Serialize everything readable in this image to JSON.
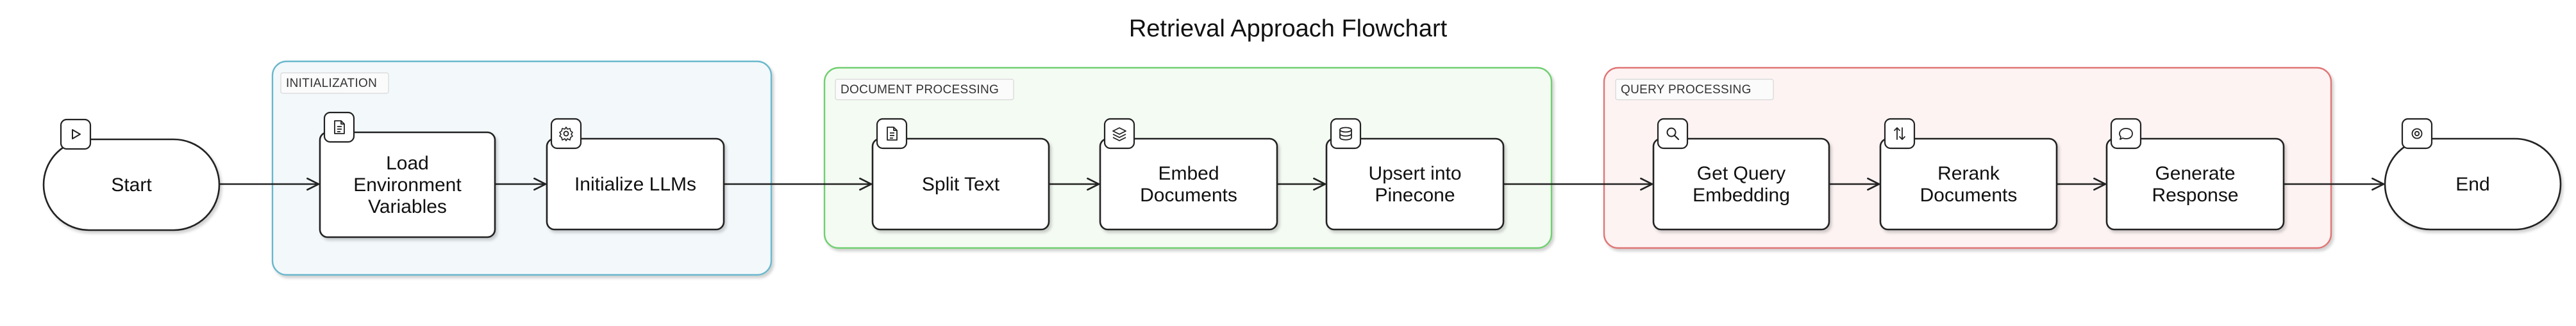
{
  "title": "Retrieval Approach Flowchart",
  "groups": [
    {
      "id": "init",
      "label": "INITIALIZATION",
      "color": "#6ab8cc",
      "fill": "#f3f8fb"
    },
    {
      "id": "doc",
      "label": "DOCUMENT PROCESSING",
      "color": "#6fcf6f",
      "fill": "#f4fbf3"
    },
    {
      "id": "query",
      "label": "QUERY PROCESSING",
      "color": "#e07474",
      "fill": "#fdf3f3"
    }
  ],
  "nodes": [
    {
      "id": "start",
      "shape": "terminal",
      "icon": "play-icon",
      "lines": [
        "Start"
      ]
    },
    {
      "id": "load-env",
      "shape": "process",
      "icon": "file-icon",
      "group": "init",
      "lines": [
        "Load",
        "Environment",
        "Variables"
      ]
    },
    {
      "id": "init-llms",
      "shape": "process",
      "icon": "gear-icon",
      "group": "init",
      "lines": [
        "Initialize LLMs"
      ]
    },
    {
      "id": "split-text",
      "shape": "process",
      "icon": "file-icon",
      "group": "doc",
      "lines": [
        "Split Text"
      ]
    },
    {
      "id": "embed-docs",
      "shape": "process",
      "icon": "layers-icon",
      "group": "doc",
      "lines": [
        "Embed",
        "Documents"
      ]
    },
    {
      "id": "upsert",
      "shape": "process",
      "icon": "database-icon",
      "group": "doc",
      "lines": [
        "Upsert into",
        "Pinecone"
      ]
    },
    {
      "id": "query-embed",
      "shape": "process",
      "icon": "search-icon",
      "group": "query",
      "lines": [
        "Get Query",
        "Embedding"
      ]
    },
    {
      "id": "rerank",
      "shape": "process",
      "icon": "sort-icon",
      "group": "query",
      "lines": [
        "Rerank",
        "Documents"
      ]
    },
    {
      "id": "generate",
      "shape": "process",
      "icon": "chat-icon",
      "group": "query",
      "lines": [
        "Generate",
        "Response"
      ]
    },
    {
      "id": "end",
      "shape": "terminal",
      "icon": "stop-icon",
      "lines": [
        "End"
      ]
    }
  ],
  "edges": [
    [
      "start",
      "load-env"
    ],
    [
      "load-env",
      "init-llms"
    ],
    [
      "init-llms",
      "split-text"
    ],
    [
      "split-text",
      "embed-docs"
    ],
    [
      "embed-docs",
      "upsert"
    ],
    [
      "upsert",
      "query-embed"
    ],
    [
      "query-embed",
      "rerank"
    ],
    [
      "rerank",
      "generate"
    ],
    [
      "generate",
      "end"
    ]
  ]
}
